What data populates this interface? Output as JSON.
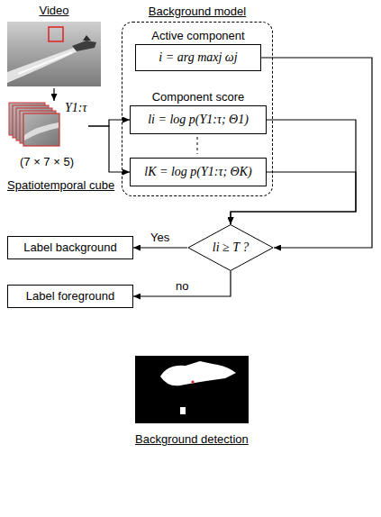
{
  "diagram": {
    "nodes": [
      {
        "text": [
          "Video"
        ]
      },
      {
        "text": [
          "Background model"
        ]
      },
      {
        "text": [
          "Active component",
          "i = arg maxj ωj"
        ],
        "in": 1
      },
      {
        "text": [
          "Component score",
          "li = log p(Y1:τ; Θ1)"
        ],
        "in": 1
      },
      {
        "text": [
          "lK = log p(Y1:τ; ΘK)"
        ],
        "in": 1
      },
      {
        "text": [
          "Y1:τ"
        ]
      },
      {
        "text": [
          "li ≥ T ?"
        ]
      },
      {
        "text": [
          "Label background"
        ]
      },
      {
        "text": [
          "Label foreground"
        ]
      }
    ],
    "edges": [
      {
        "from": 0,
        "to": 5,
        "arrow": "to"
      },
      {
        "from": 5,
        "to": 3,
        "arrow": "to"
      },
      {
        "from": 5,
        "to": 4,
        "arrow": "to"
      },
      {
        "from": 2,
        "to": 6,
        "arrow": "to"
      },
      {
        "from": 3,
        "to": 6,
        "arrow": "to"
      },
      {
        "from": 4,
        "to": 6,
        "arrow": "to"
      },
      {
        "from": 6,
        "to": 7,
        "label": "Yes",
        "arrow": "to"
      },
      {
        "from": 6,
        "to": 8,
        "label": "no",
        "arrow": "to"
      }
    ],
    "labels": [
      "(7 × 7 × 5)",
      "Spatiotemporal cube",
      "Background detection"
    ]
  }
}
